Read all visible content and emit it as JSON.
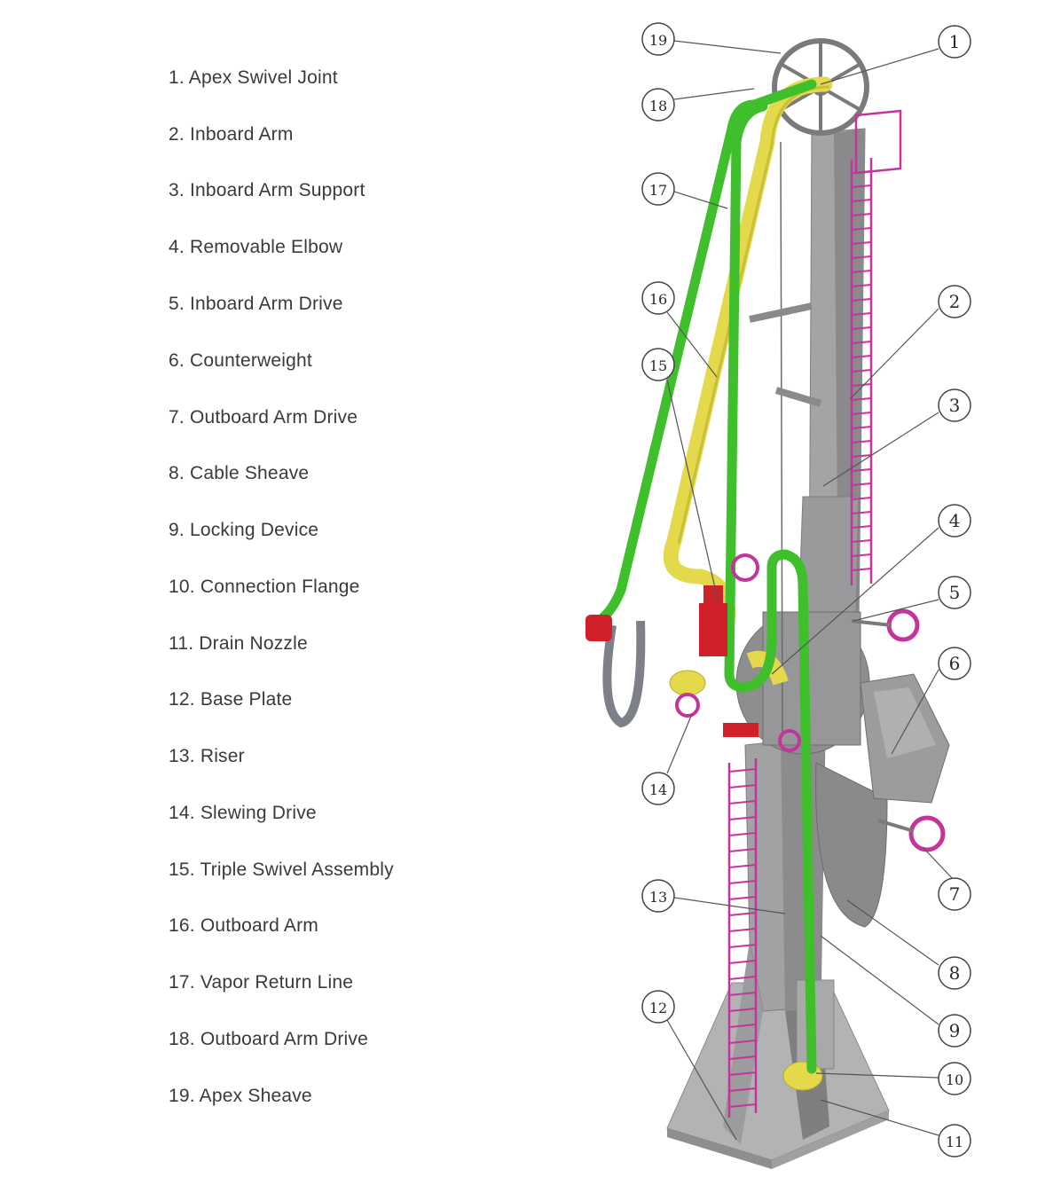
{
  "legend": {
    "items": [
      "1. Apex Swivel Joint",
      "2. Inboard Arm",
      "3. Inboard Arm Support",
      "4. Removable Elbow",
      "5. Inboard Arm Drive",
      "6. Counterweight",
      "7. Outboard Arm Drive",
      "8. Cable Sheave",
      "9. Locking Device",
      "10. Connection Flange",
      "11. Drain Nozzle",
      "12. Base Plate",
      "13. Riser",
      "14. Slewing Drive",
      "15. Triple Swivel Assembly",
      "16. Outboard Arm",
      "17. Vapor Return Line",
      "18. Outboard Arm Drive",
      "19. Apex Sheave"
    ]
  },
  "callouts": {
    "c1": "1",
    "c2": "2",
    "c3": "3",
    "c4": "4",
    "c5": "5",
    "c6": "6",
    "c7": "7",
    "c8": "8",
    "c9": "9",
    "c10": "10",
    "c11": "11",
    "c12": "12",
    "c13": "13",
    "c14": "14",
    "c15": "15",
    "c16": "16",
    "c17": "17",
    "c18": "18",
    "c19": "19"
  },
  "colors": {
    "structure": "#9a9a9c",
    "structure_dark": "#6e6e70",
    "product_arm": "#e3d94a",
    "vapor_line": "#3fbf2c",
    "ladder": "#c4359c",
    "flange_red": "#d0202a",
    "drive_wheel": "#c4359c"
  }
}
